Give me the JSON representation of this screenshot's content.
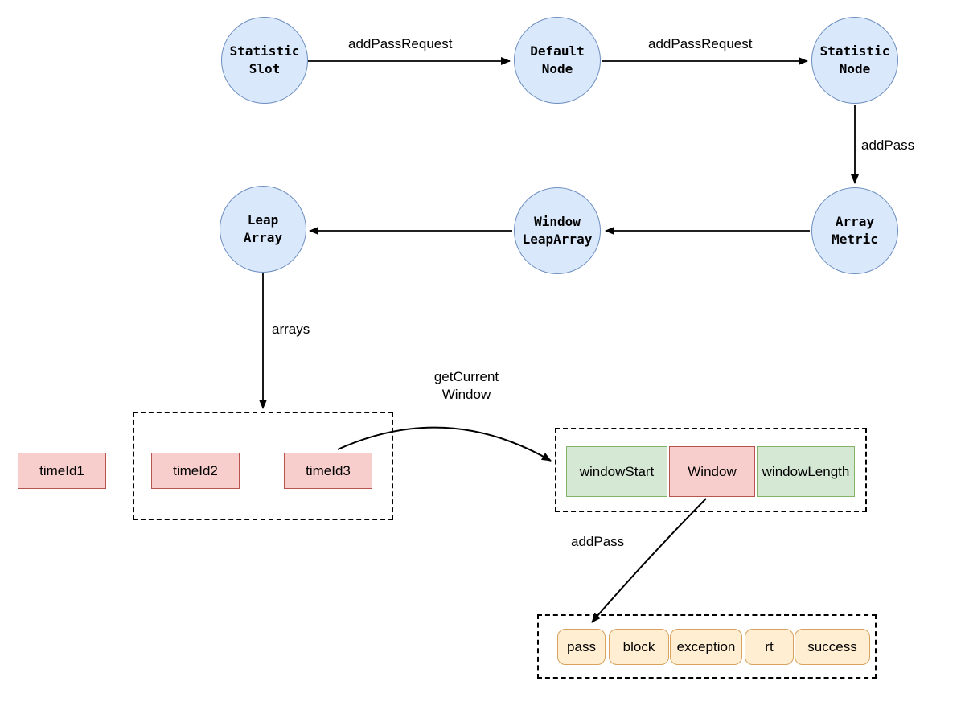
{
  "diagram": {
    "nodes": {
      "statistic_slot": "Statistic\nSlot",
      "default_node": "Default\nNode",
      "statistic_node": "Statistic\nNode",
      "array_metric": "Array\nMetric",
      "window_leap_array": "Window\nLeapArray",
      "leap_array": "Leap\nArray"
    },
    "edge_labels": {
      "add_pass_request_1": "addPassRequest",
      "add_pass_request_2": "addPassRequest",
      "add_pass_down": "addPass",
      "arrays": "arrays",
      "get_current_window": "getCurrent\nWindow",
      "add_pass_curve": "addPass"
    },
    "array_cells": {
      "time_id_1": "timeId1",
      "time_id_2": "timeId2",
      "time_id_3": "timeId3"
    },
    "window_cells": {
      "window_start": "windowStart",
      "window": "Window",
      "window_length": "windowLength"
    },
    "metric_cells": {
      "pass": "pass",
      "block": "block",
      "exception": "exception",
      "rt": "rt",
      "success": "success"
    },
    "colors": {
      "node_fill": "#dae8fc",
      "node_border": "#6c8ebf",
      "red_fill": "#f8cecc",
      "red_border": "#b85450",
      "green_fill": "#d5e8d4",
      "green_border": "#82b366",
      "yellow_fill": "#ffeed2",
      "yellow_border": "#d8a25e",
      "edge_color": "#000000"
    }
  }
}
